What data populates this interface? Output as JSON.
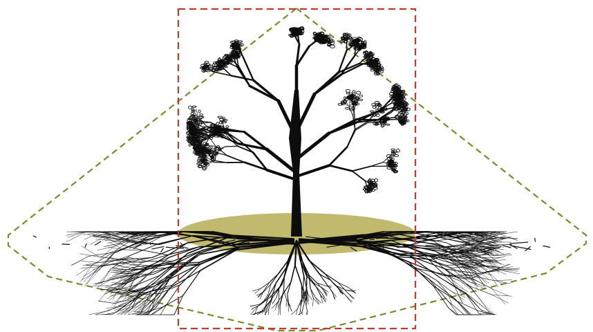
{
  "diagram": {
    "kind": "tree root-zone illustration",
    "colors": {
      "background": "#ffffff",
      "canopy_box_outline": "#c0392b",
      "root_zone_outline": "#7a8a2a",
      "trunk_area_fill": "#b5ad55",
      "tree": "#0d0d0d"
    },
    "layers": [
      "tree-trunk",
      "tree-canopy",
      "surface-roots",
      "trunk-area-ellipse",
      "canopy-dripline-box",
      "root-zone-outline"
    ]
  }
}
